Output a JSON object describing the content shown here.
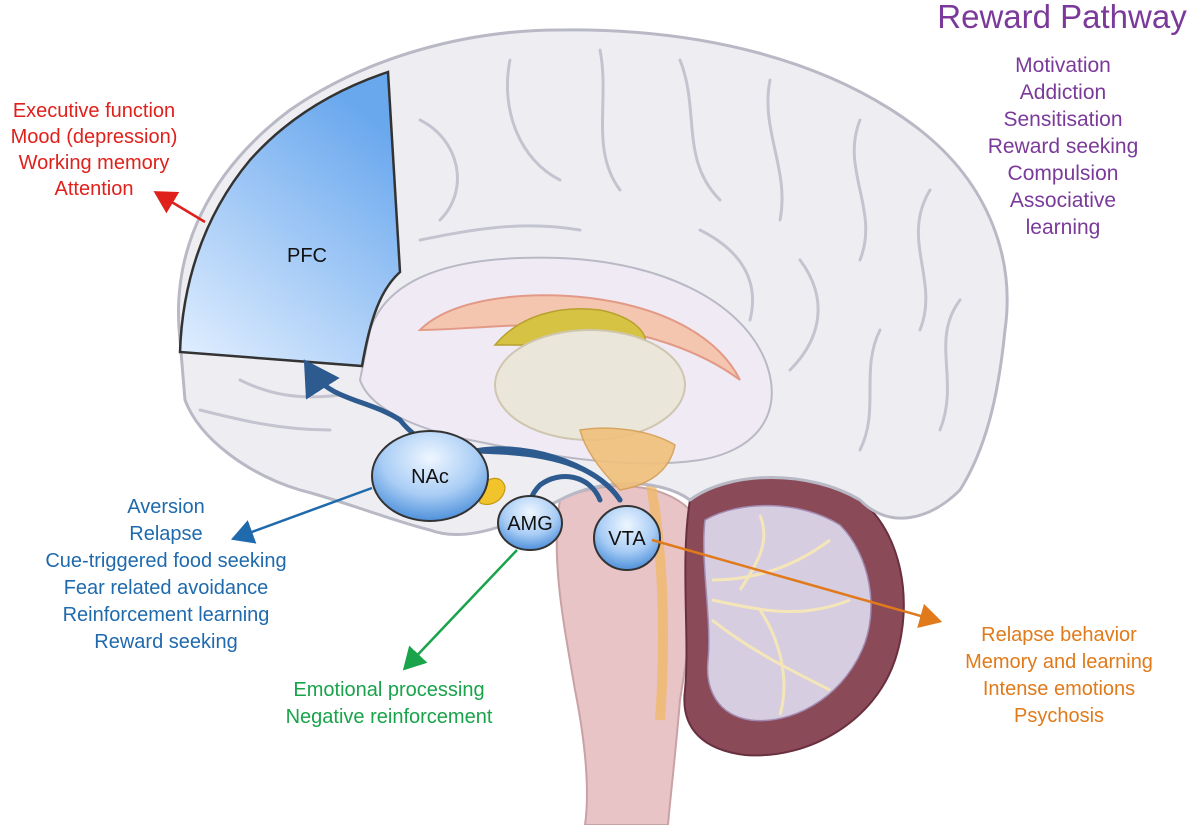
{
  "title": "Reward Pathway",
  "colors": {
    "title": "#7b3a9a",
    "pfc_functions": "#e0201b",
    "nac_functions": "#1f6aad",
    "amg_functions": "#19a34a",
    "vta_functions": "#e07a1a",
    "pathway": "#2e5b8f",
    "region_fill_light": "#e4f0ff",
    "region_fill_dark": "#6aa8ee",
    "brain_fill": "#eeeef2",
    "brain_outline": "#b9b9c6",
    "cerebellum": "#8a4a58",
    "brainstem": "#e8c4c6"
  },
  "reward_pathway_items": [
    "Motivation",
    "Addiction",
    "Sensitisation",
    "Reward seeking",
    "Compulsion",
    "Associative",
    "learning"
  ],
  "regions": {
    "pfc": "PFC",
    "nac": "NAc",
    "amg": "AMG",
    "vta": "VTA"
  },
  "pfc_functions": [
    "Executive function",
    "Mood (depression)",
    "Working memory",
    "Attention"
  ],
  "nac_functions": [
    "Aversion",
    "Relapse",
    "Cue-triggered food seeking",
    "Fear related avoidance",
    "Reinforcement learning",
    "Reward seeking"
  ],
  "amg_functions": [
    "Emotional processing",
    "Negative reinforcement"
  ],
  "vta_functions": [
    "Relapse behavior",
    "Memory and learning",
    "Intense emotions",
    "Psychosis"
  ]
}
